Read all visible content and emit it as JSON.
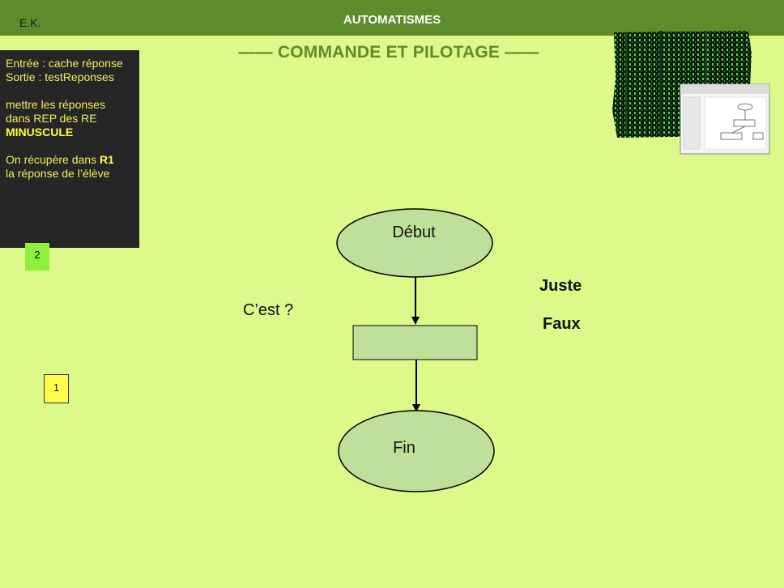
{
  "header": {
    "author": "E.K.",
    "title": "AUTOMATISMES",
    "subtitle": "—— COMMANDE ET PILOTAGE ——"
  },
  "notes": {
    "line1": "Entrée : cache réponse",
    "line2": "Sortie : testReponses",
    "line3": "mettre les réponses",
    "line4": "dans REP des RE",
    "line5_bold": "MINUSCULE",
    "line6_prefix": "On récupère dans ",
    "line6_bold": "R1",
    "line7": "la réponse de l’élève"
  },
  "badges": {
    "two": "2",
    "one": "1"
  },
  "flowchart": {
    "start": "Début",
    "end": "Fin",
    "process": ""
  },
  "labels": {
    "question": "C’est ?",
    "true": "Juste",
    "false": "Faux"
  },
  "colors": {
    "background": "#ddf98a",
    "header": "#5f8c2a",
    "shape_fill": "#bfe09a"
  },
  "images": {
    "thumbnail": "matrix-flowchart-thumbnail"
  }
}
